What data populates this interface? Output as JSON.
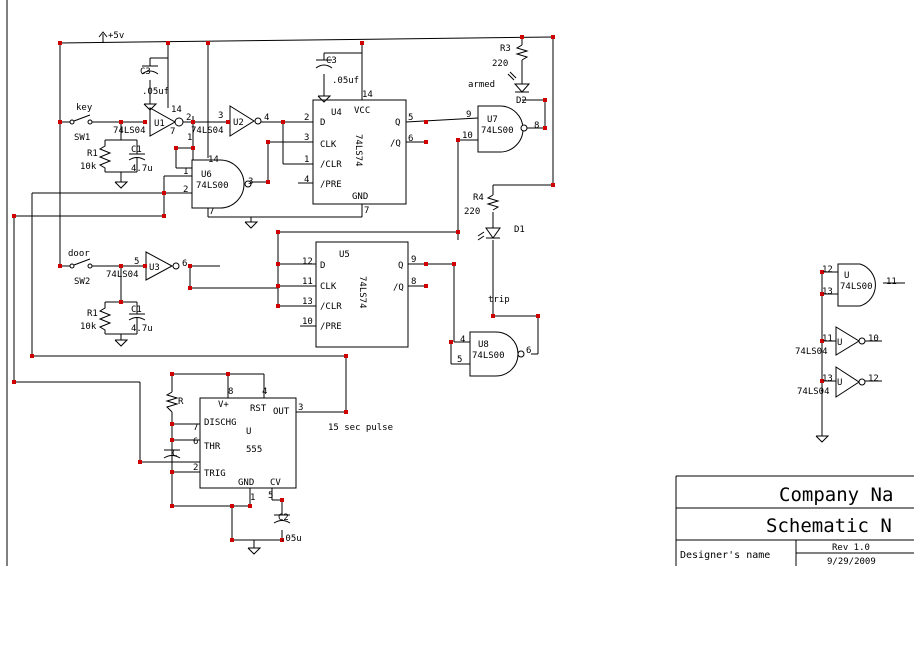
{
  "labels": {
    "vcc": "+5v",
    "armed": "armed",
    "trip": "trip",
    "pulse": "15 sec pulse",
    "key": "key",
    "door": "door"
  },
  "parts": {
    "u1": {
      "ref": "U1",
      "type": "74LS04"
    },
    "u2": {
      "ref": "U2",
      "type": "74LS04"
    },
    "u3": {
      "ref": "U3",
      "type": "74LS04"
    },
    "u4": {
      "ref": "U4",
      "type": "74LS74",
      "pins": {
        "d": "D",
        "clk": "CLK",
        "clr": "/CLR",
        "pre": "/PRE",
        "q": "Q",
        "qn": "/Q",
        "vcc": "VCC",
        "gnd": "GND"
      }
    },
    "u5": {
      "ref": "U5",
      "type": "74LS74",
      "pins": {
        "d": "D",
        "clk": "CLK",
        "clr": "/CLR",
        "pre": "/PRE",
        "q": "Q",
        "qn": "/Q"
      }
    },
    "u6": {
      "ref": "U6",
      "type": "74LS00"
    },
    "u7": {
      "ref": "U7",
      "type": "74LS00"
    },
    "u8": {
      "ref": "U8",
      "type": "74LS00"
    },
    "timer": {
      "ref": "U",
      "type": "555",
      "pins": {
        "v": "V+",
        "rst": "RST",
        "out": "OUT",
        "dis": "DISCHG",
        "thr": "THR",
        "trig": "TRIG",
        "gnd": "GND",
        "cv": "CV"
      }
    },
    "r1a": {
      "ref": "R1",
      "value": "10k"
    },
    "r1b": {
      "ref": "R1",
      "value": "10k"
    },
    "c1a": {
      "ref": "C1",
      "value": "4.7u"
    },
    "c1b": {
      "ref": "C1",
      "value": "4.7u"
    },
    "c3a": {
      "ref": "C3",
      "value": ".05uf"
    },
    "c3b": {
      "ref": "C3",
      "value": ".05uf"
    },
    "c2": {
      "ref": "C2",
      "value": ".05u"
    },
    "r3": {
      "ref": "R3",
      "value": "220"
    },
    "r4": {
      "ref": "R4",
      "value": "220"
    },
    "d1": {
      "ref": "D1"
    },
    "d2": {
      "ref": "D2"
    },
    "sw1": {
      "ref": "SW1"
    },
    "sw2": {
      "ref": "SW2"
    },
    "rt": {
      "ref": "R"
    },
    "ct": {
      "ref": "C"
    },
    "spare_nand": {
      "ref": "U",
      "type": "74LS00"
    },
    "spare_inv1": {
      "ref": "U",
      "type": "74LS04"
    },
    "spare_inv2": {
      "ref": "U",
      "type": "74LS04"
    }
  },
  "title_block": {
    "company": "Company Na",
    "title": "Schematic N",
    "designer_label": "Designer's name",
    "rev": "Rev 1.0",
    "date": "9/29/2009"
  }
}
